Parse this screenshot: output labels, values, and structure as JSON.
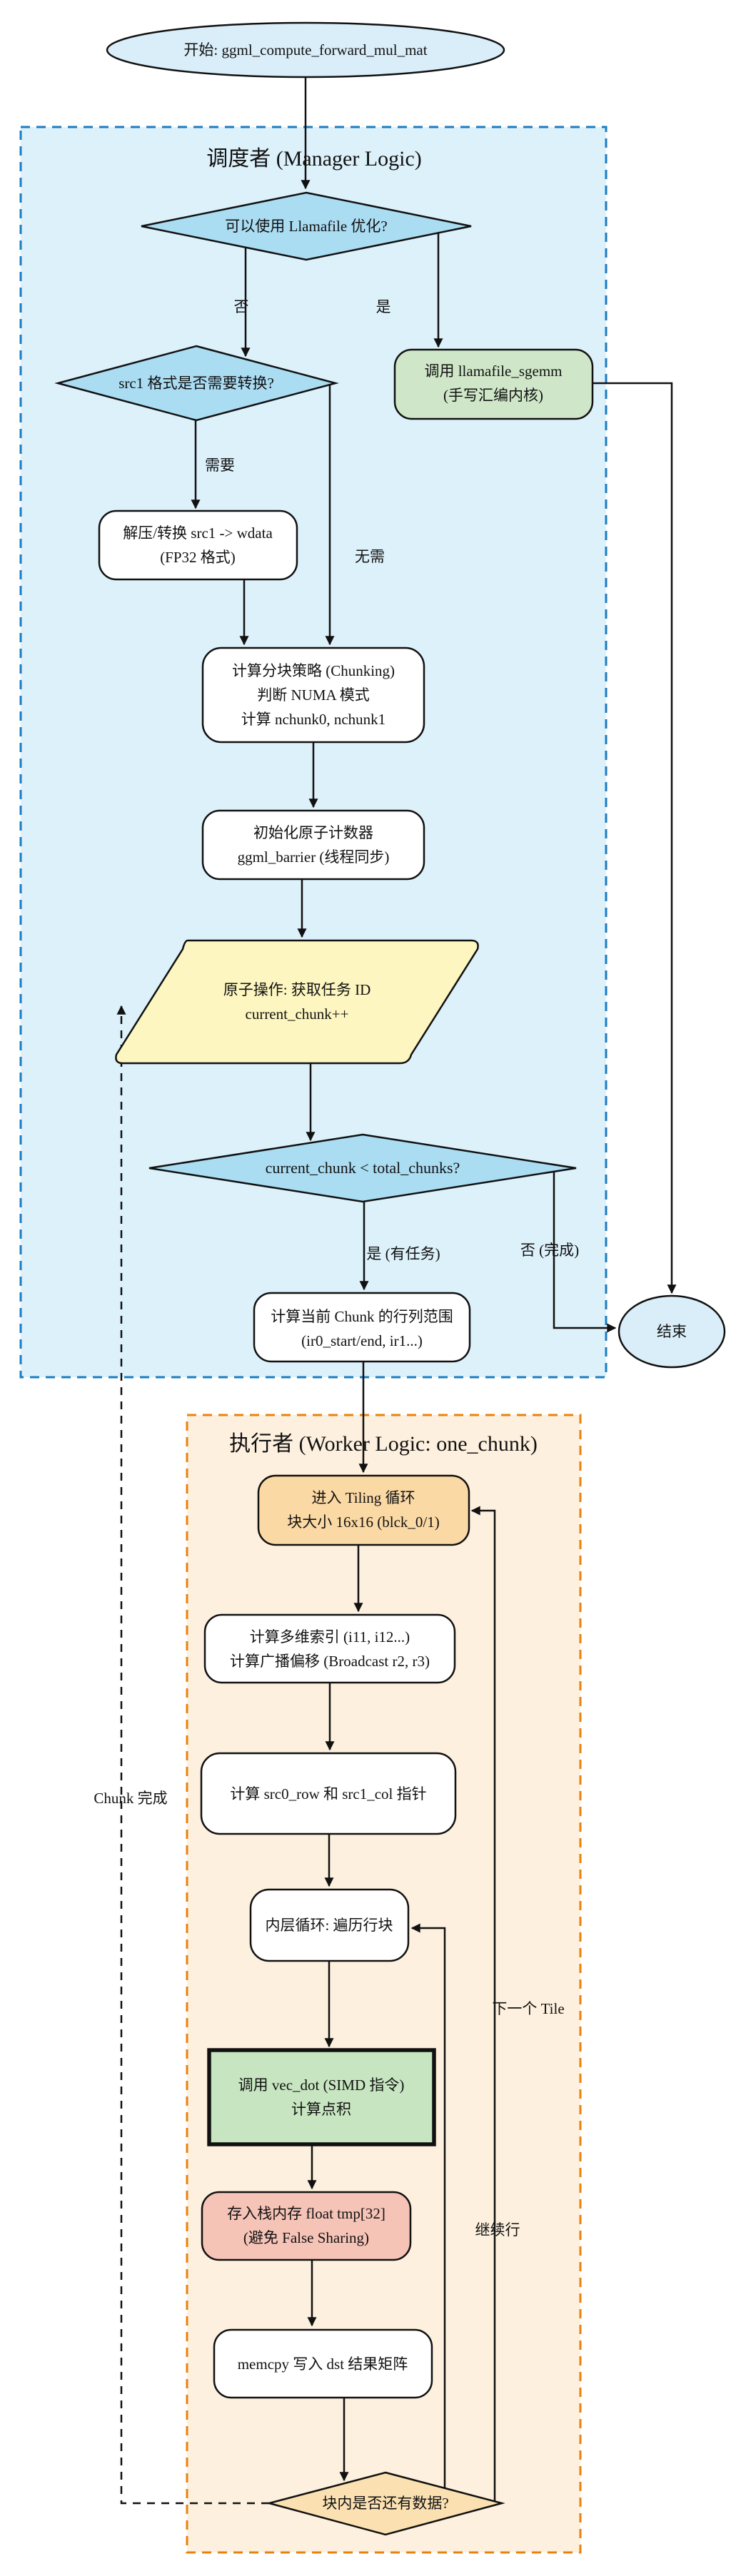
{
  "colors": {
    "manager-fill": "#ddf1fb",
    "manager-border": "#1a7dc0",
    "worker-fill": "#fdf0de",
    "worker-border": "#e8820e",
    "diamond-blue": "#aadcf2",
    "ellipse-blue": "#daeef9",
    "green-node": "#cfe7c8",
    "green-vecdot": "#c7e5c0",
    "yellow-node": "#fdf6c0",
    "orange-node": "#fbd9a4",
    "orange-diamond": "#fbe1b2",
    "pink-node": "#f6c3b7",
    "white-node": "#ffffff",
    "edge": "#111111"
  },
  "start": {
    "label": "开始: ggml_compute_forward_mul_mat"
  },
  "end": {
    "label": "结束"
  },
  "manager": {
    "title": "调度者 (Manager Logic)",
    "decide_llamafile": "可以使用 Llamafile 优化?",
    "call_sgemm": [
      "调用 llamafile_sgemm",
      "(手写汇编内核)"
    ],
    "decide_src1": "src1 格式是否需要转换?",
    "convert": [
      "解压/转换 src1 -> wdata",
      "(FP32 格式)"
    ],
    "chunking": [
      "计算分块策略 (Chunking)",
      "判断 NUMA 模式",
      "计算 nchunk0, nchunk1"
    ],
    "barrier": [
      "初始化原子计数器",
      "ggml_barrier (线程同步)"
    ],
    "atomic": [
      "原子操作: 获取任务 ID",
      "current_chunk++"
    ],
    "decide_chunk": "current_chunk < total_chunks?",
    "chunk_range": [
      "计算当前 Chunk 的行列范围",
      "(ir0_start/end, ir1...)"
    ],
    "labels": {
      "no": "否",
      "yes": "是",
      "need": "需要",
      "no_need": "无需",
      "yes_task": "是 (有任务)",
      "no_done": "否 (完成)"
    }
  },
  "worker": {
    "title": "执行者 (Worker Logic: one_chunk)",
    "tiling": [
      "进入 Tiling 循环",
      "块大小 16x16 (blck_0/1)"
    ],
    "indices": [
      "计算多维索引 (i11, i12...)",
      "计算广播偏移 (Broadcast r2, r3)"
    ],
    "pointers": "计算 src0_row 和 src1_col 指针",
    "inner_loop": "内层循环: 遍历行块",
    "vec_dot": [
      "调用 vec_dot (SIMD 指令)",
      "计算点积"
    ],
    "tmp": [
      "存入栈内存 float tmp[32]",
      "(避免 False Sharing)"
    ],
    "memcpy": "memcpy 写入 dst 结果矩阵",
    "decide_more": "块内是否还有数据?",
    "labels": {
      "next_tile": "下一个 Tile",
      "continue_row": "继续行",
      "chunk_done": "Chunk 完成"
    }
  }
}
